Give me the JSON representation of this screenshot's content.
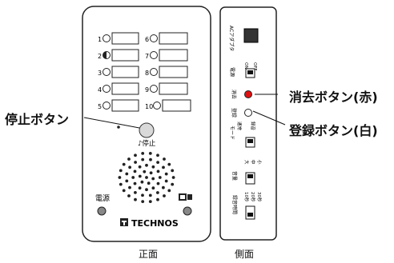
{
  "callouts": {
    "stop_button": "停止ボタン",
    "erase_button": "消去ボタン(赤)",
    "register_button": "登録ボタン(白)"
  },
  "captions": {
    "front": "正面",
    "side": "側面"
  },
  "front": {
    "buttons_left": [
      "1",
      "2",
      "3",
      "4",
      "5"
    ],
    "buttons_right": [
      "6",
      "7",
      "8",
      "9",
      "10"
    ],
    "stop_label": "♪停止",
    "power_label": "電源",
    "brand": "TECHNOS"
  },
  "side": {
    "ac_adapter": "ACアダプタ",
    "power": "電源",
    "on": "ON",
    "off": "OFF",
    "erase": "消去",
    "register": "登録",
    "mode": "モード",
    "mode_a": "通常",
    "mode_b": "録音",
    "volume": "音量",
    "vol_hi": "大",
    "vol_mid": "中",
    "vol_lo": "小",
    "rec_time": "録音時間",
    "time_a": "10秒",
    "time_b": "20秒",
    "time_c": "30秒"
  },
  "colors": {
    "erase_button": "#e01010",
    "panel_border": "#333333"
  }
}
